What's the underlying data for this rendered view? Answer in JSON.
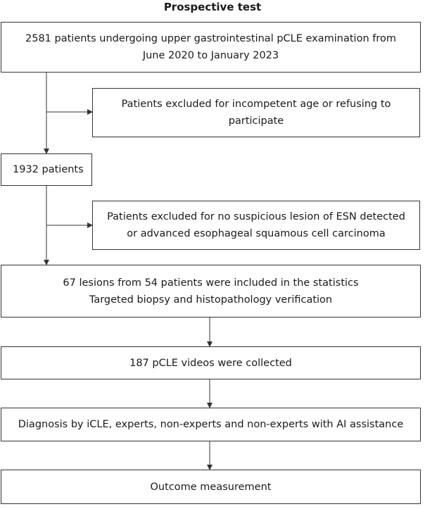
{
  "title": "Prospective test",
  "boxes": {
    "enrolled": {
      "line1": "2581 patients undergoing upper gastrointestinal pCLE examination from",
      "line2": "June 2020 to January 2023"
    },
    "excluded1": {
      "line1": "Patients excluded for incompetent age or refusing to",
      "line2": "participate"
    },
    "remaining": {
      "line1": "1932 patients"
    },
    "excluded2": {
      "line1": "Patients excluded for no suspicious lesion of ESN detected",
      "line2": "or advanced esophageal squamous cell carcinoma"
    },
    "included": {
      "line1": "67 lesions from 54 patients were included in the statistics",
      "line2": "Targeted biopsy and histopathology verification"
    },
    "videos": {
      "line1": "187 pCLE videos were collected"
    },
    "diagnosis": {
      "line1": "Diagnosis by iCLE, experts, non-experts and non-experts with AI assistance"
    },
    "outcome": {
      "line1": "Outcome measurement"
    }
  }
}
